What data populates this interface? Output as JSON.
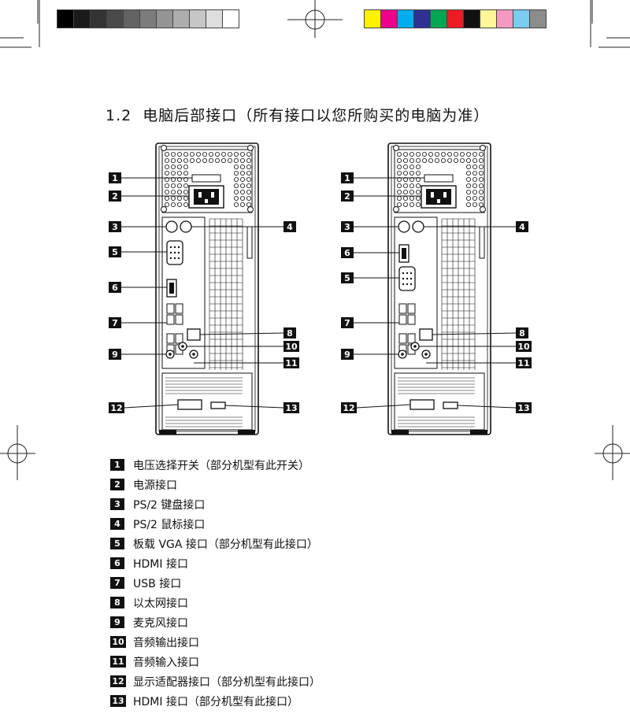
{
  "print_marks": {
    "gray_swatches": [
      "#000000",
      "#1a1a1a",
      "#333333",
      "#4a4a4a",
      "#636363",
      "#7c7c7c",
      "#949494",
      "#adadad",
      "#c6c6c6",
      "#dedede",
      "#ffffff"
    ],
    "color_swatches": [
      "#fff200",
      "#ec008c",
      "#00aeef",
      "#2e3192",
      "#00a651",
      "#ed1c24",
      "#111111",
      "#fff799",
      "#f49ac1",
      "#7accf0",
      "#8c8c8c"
    ]
  },
  "section": {
    "number": "1.2",
    "title": "电脑后部接口（所有接口以您所购买的电脑为准）"
  },
  "diagram_left": {
    "callouts_left": [
      "1",
      "2",
      "3",
      "5",
      "6",
      "7",
      "9",
      "12"
    ],
    "callouts_right": [
      "4",
      "8",
      "10",
      "11",
      "13"
    ]
  },
  "diagram_right": {
    "callouts_left": [
      "1",
      "2",
      "3",
      "6",
      "5",
      "7",
      "9",
      "12"
    ],
    "callouts_right": [
      "4",
      "8",
      "10",
      "11",
      "13"
    ]
  },
  "legend": [
    {
      "num": "1",
      "label": "电压选择开关（部分机型有此开关）"
    },
    {
      "num": "2",
      "label": "电源接口"
    },
    {
      "num": "3",
      "label": "PS/2 键盘接口"
    },
    {
      "num": "4",
      "label": "PS/2 鼠标接口"
    },
    {
      "num": "5",
      "label": "板载 VGA 接口（部分机型有此接口）"
    },
    {
      "num": "6",
      "label": "HDMI 接口"
    },
    {
      "num": "7",
      "label": "USB 接口"
    },
    {
      "num": "8",
      "label": "以太网接口"
    },
    {
      "num": "9",
      "label": "麦克风接口"
    },
    {
      "num": "10",
      "label": "音频输出接口"
    },
    {
      "num": "11",
      "label": "音频输入接口"
    },
    {
      "num": "12",
      "label": "显示适配器接口（部分机型有此接口）"
    },
    {
      "num": "13",
      "label": "HDMI 接口（部分机型有此接口）"
    }
  ]
}
